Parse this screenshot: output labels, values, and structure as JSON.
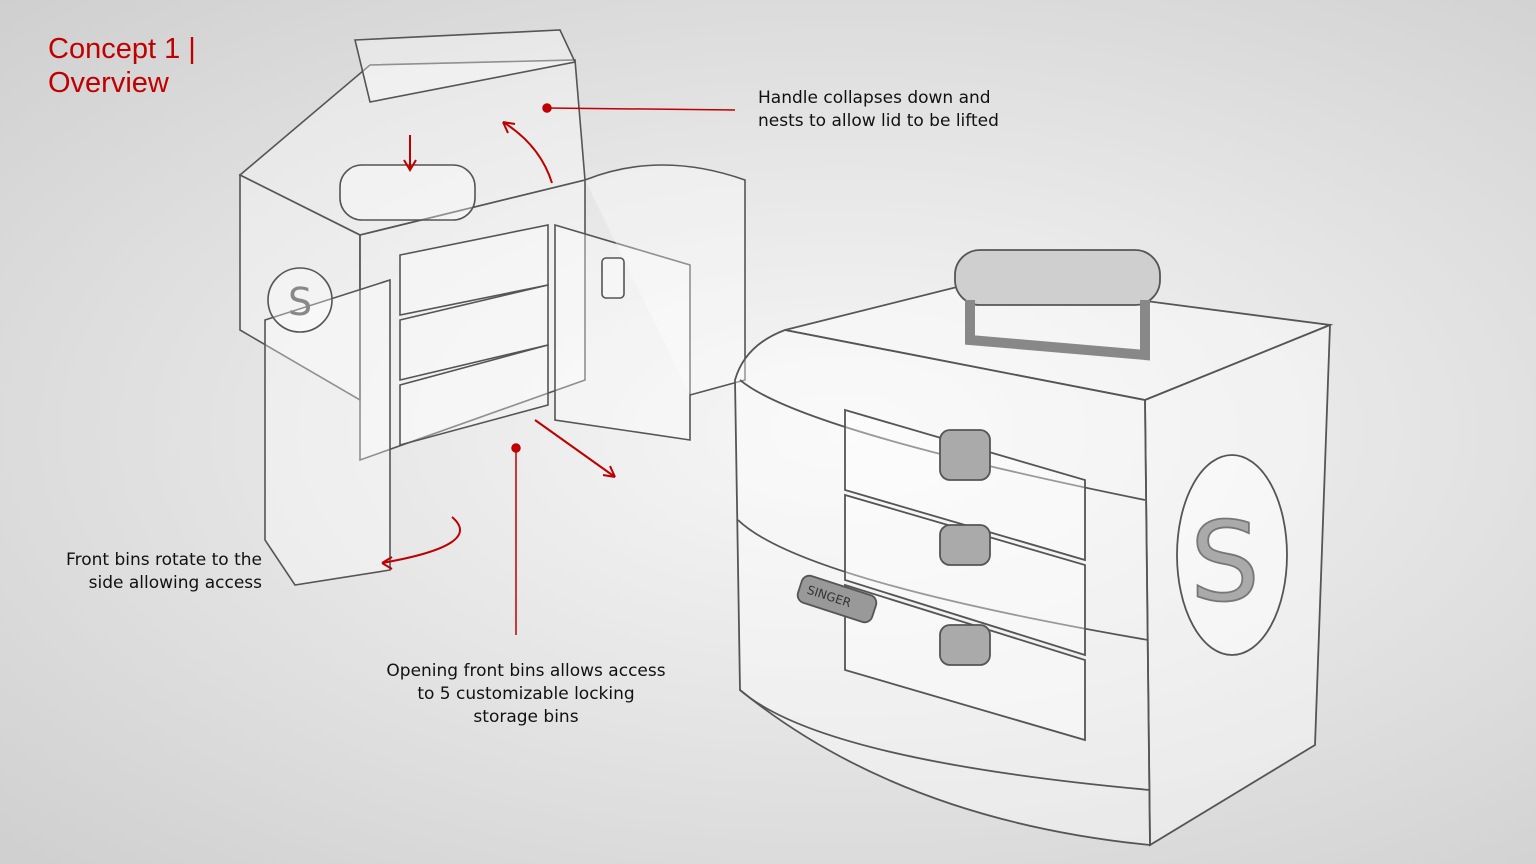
{
  "title": {
    "line1": "Concept 1 |",
    "line2": "Overview"
  },
  "annotations": {
    "handle": [
      "Handle collapses down and",
      "nests to allow lid to be lifted"
    ],
    "rotate": [
      "Front bins rotate to the",
      "side allowing access"
    ],
    "opening": [
      "Opening front bins allows access",
      "to 5 customizable locking",
      "storage bins"
    ]
  },
  "brand": {
    "logo_letter": "S",
    "badge_text": "SINGER"
  },
  "colors": {
    "accent": "#c00000",
    "sketch": "#555555"
  }
}
